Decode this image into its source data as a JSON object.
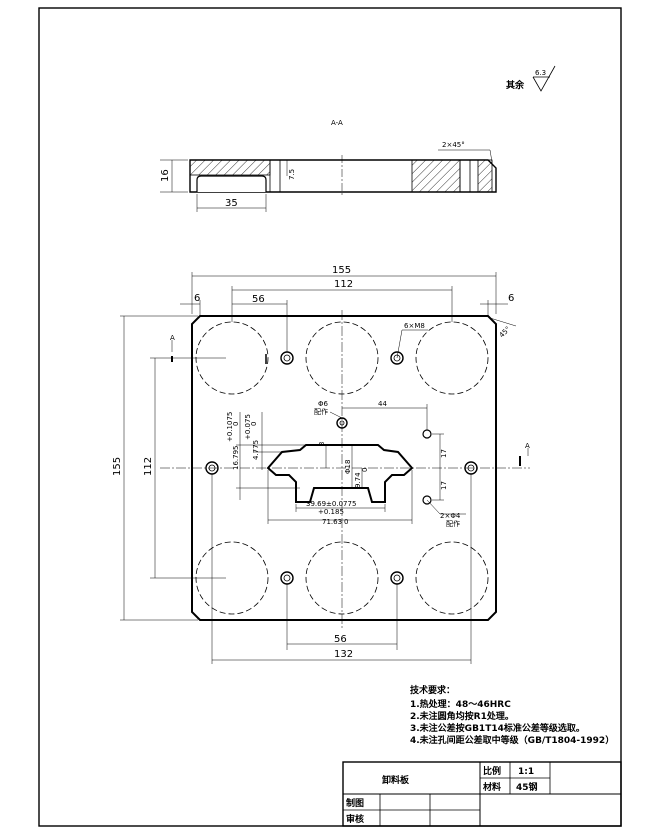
{
  "surface_finish": {
    "label": "其余",
    "value": "6.3"
  },
  "section": {
    "title": "A-A",
    "dim_thickness": "16",
    "dim_slot": "35",
    "dim_chamfer": "2×45°",
    "dim_depth": "7.5"
  },
  "plan": {
    "dim_width_overall": "155",
    "dim_holes_outer_h": "112",
    "dim_holes_top_56": "56",
    "dim_edge_left": "6",
    "dim_edge_right": "6",
    "dim_height_overall": "155",
    "dim_holes_outer_v": "112",
    "dim_holes_bottom_56": "56",
    "dim_bottom_132": "132",
    "chamfer_note": "45°",
    "thread_note": "6×M8",
    "section_mark_left": "A",
    "section_mark_right": "A",
    "hole_d6": "Φ6",
    "hole_d6_note": "配作",
    "dim_44": "44",
    "dim_17_top": "17",
    "dim_17_bottom": "17",
    "hole_2d4": "2×Φ4",
    "hole_2d4_note": "配作",
    "tol_left_1": "+0.1075",
    "tol_left_1b": "0",
    "tol_left_2": "+0.075",
    "tol_left_2b": "0",
    "dim_16795": "16.795",
    "dim_4775": "4.775",
    "dim_3": "3",
    "dim_418": "Φ18",
    "dim_974": "9.74",
    "tol_974": "0",
    "dim_3969": "39.69±0.0775",
    "tol_0185": "+0.185",
    "dim_7163": "71.63",
    "tol_7163": "0"
  },
  "notes": {
    "title": "技术要求：",
    "items": [
      "1.热处理：48～46HRC",
      "2.未注圆角均按R1处理。",
      "3.未注公差按GB1T14标准公差等级选取。",
      "4.未注孔间距公差取中等级（GB/T1804-1992）"
    ]
  },
  "title_block": {
    "part_name": "卸料板",
    "scale_label": "比例",
    "scale_value": "1:1",
    "material_label": "材料",
    "material_value": "45钢",
    "drawn_label": "制图",
    "checked_label": "审核"
  }
}
